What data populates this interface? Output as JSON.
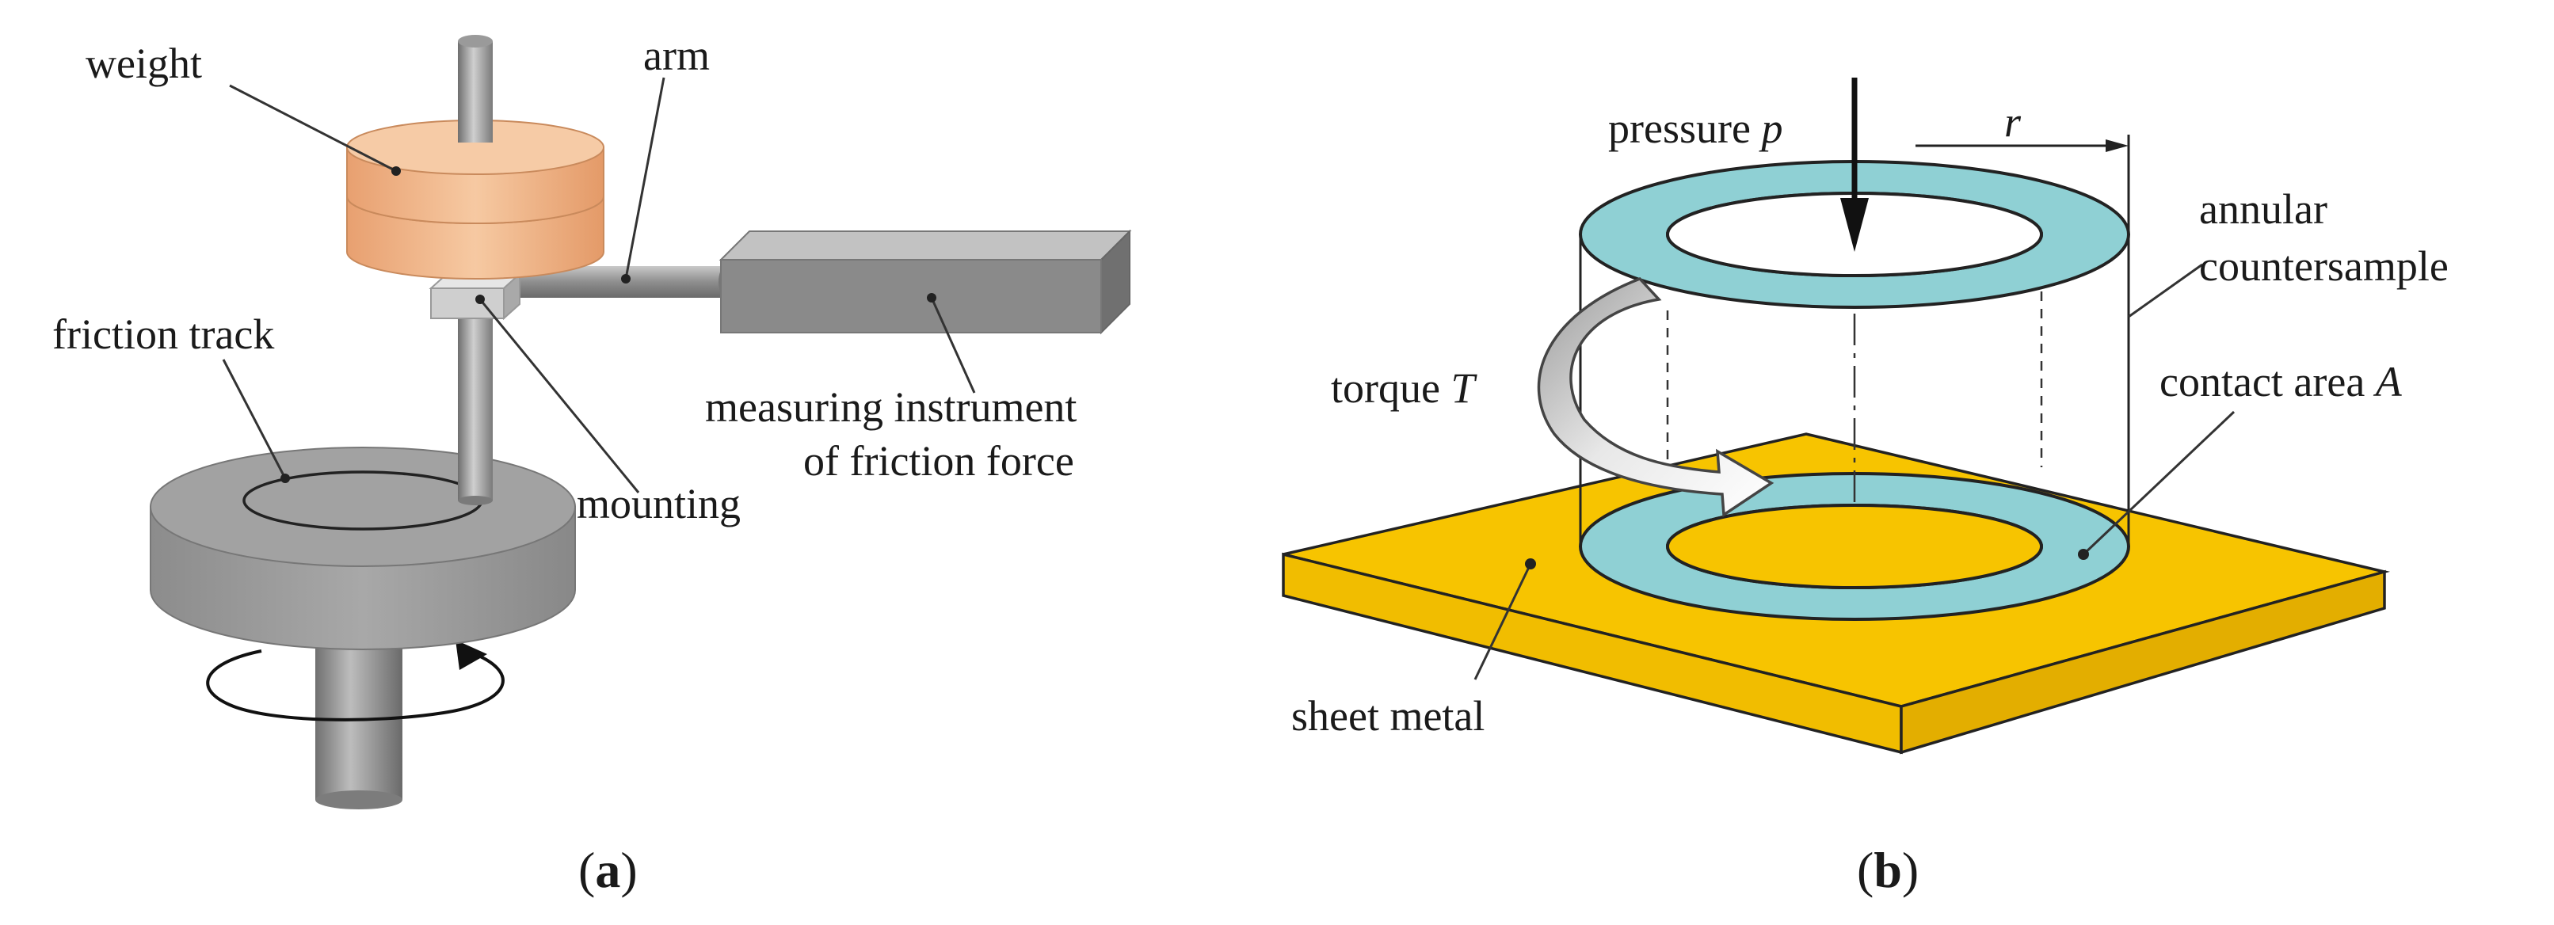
{
  "panel_a": {
    "labels": {
      "weight": "weight",
      "arm": "arm",
      "friction_track": "friction track",
      "measuring_line1": "measuring instrument",
      "measuring_line2": "of friction force",
      "mounting": "mounting"
    },
    "caption_open": "(",
    "caption_letter": "a",
    "caption_close": ")"
  },
  "panel_b": {
    "labels": {
      "pressure_text": "pressure ",
      "pressure_symbol": "p",
      "radius_symbol": "r",
      "annular_line1": "annular",
      "annular_line2": "countersample",
      "torque_text": "torque ",
      "torque_symbol": "T",
      "contact_text": "contact area ",
      "contact_symbol": "A",
      "sheet_metal": "sheet metal"
    },
    "caption_open": "(",
    "caption_letter": "b",
    "caption_close": ")"
  },
  "colors": {
    "weight": "#f2b98a",
    "gray_part": "#9a9a9a",
    "ring": "#8fd0d4",
    "sheet": "#f7c400"
  }
}
